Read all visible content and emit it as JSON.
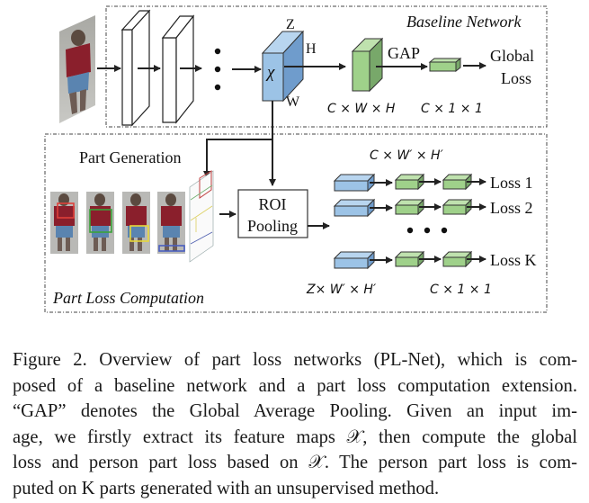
{
  "figure": {
    "baseline_section": {
      "title": "Baseline Network",
      "feature_map_symbol": "χ",
      "axis_labels": {
        "z": "Z",
        "h": "H",
        "w": "W"
      },
      "gap_label": "GAP",
      "output_label_line1": "Global",
      "output_label_line2": "Loss",
      "dim_label_feature": "C × W × H",
      "dim_label_pooled": "C × 1 × 1",
      "ellipsis": "⋮"
    },
    "part_section": {
      "title": "Part Loss Computation",
      "part_generation_label": "Part Generation",
      "roi_label_line1": "ROI",
      "roi_label_line2": "Pooling",
      "dim_label_top": "C × W′ × H′",
      "dim_label_roi": "Z× W′ × H′",
      "dim_label_pooled": "C × 1 × 1",
      "losses": [
        "Loss 1",
        "Loss 2",
        "Loss K"
      ],
      "part_box_colors": [
        "#e0403a",
        "#3aa33a",
        "#e8d83a",
        "#4a5fc0"
      ]
    },
    "colors": {
      "feature_blue_front": "#9cc3e6",
      "feature_blue_top": "#b8d5ef",
      "feature_blue_side": "#6f9ccc",
      "green_front": "#9fd18a",
      "green_top": "#bfe2ae",
      "green_side": "#78a86a"
    }
  },
  "caption": {
    "lines": [
      "Figure 2. Overview of part loss networks (PL-Net), which is com-",
      "posed of a baseline network and a part loss computation extension.",
      "“GAP” denotes the Global Average Pooling.  Given an input im-",
      "age, we firstly extract its feature maps 𝒳, then compute the global",
      "loss and person part loss based on 𝒳. The person part loss is com-",
      "puted on K parts generated with an unsupervised method."
    ]
  }
}
